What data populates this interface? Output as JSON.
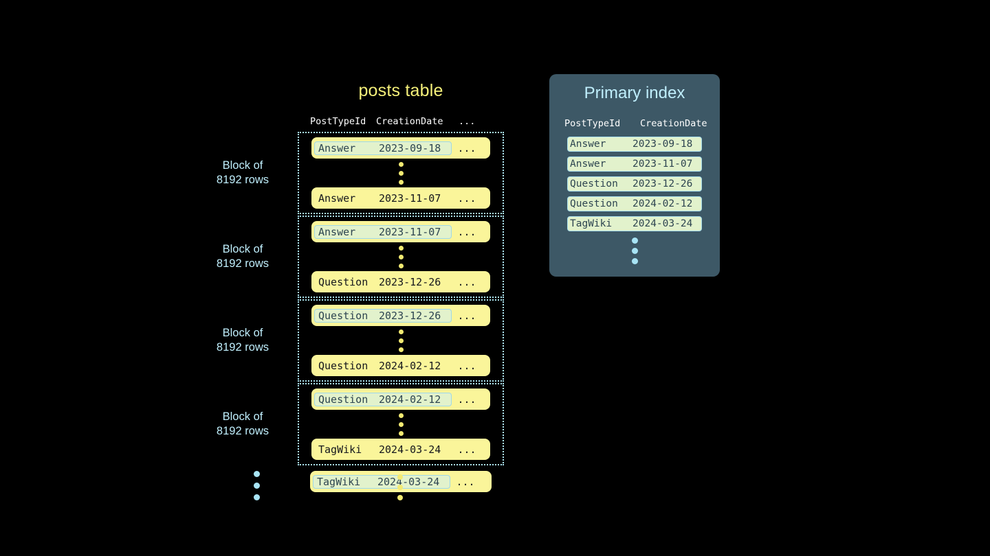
{
  "posts_table": {
    "title": "posts table",
    "columns": [
      "PostTypeId",
      "CreationDate",
      "..."
    ],
    "blocks": [
      {
        "label": "Block of\n8192 rows",
        "first_row": {
          "type": "Answer",
          "date": "2023-09-18",
          "more": "...",
          "marked": true
        },
        "last_row": {
          "type": "Answer",
          "date": "2023-11-07",
          "more": "...",
          "marked": false
        }
      },
      {
        "label": "Block of\n8192 rows",
        "first_row": {
          "type": "Answer",
          "date": "2023-11-07",
          "more": "...",
          "marked": true
        },
        "last_row": {
          "type": "Question",
          "date": "2023-12-26",
          "more": "...",
          "marked": false
        }
      },
      {
        "label": "Block of\n8192 rows",
        "first_row": {
          "type": "Question",
          "date": "2023-12-26",
          "more": "...",
          "marked": true
        },
        "last_row": {
          "type": "Question",
          "date": "2024-02-12",
          "more": "...",
          "marked": false
        }
      },
      {
        "label": "Block of\n8192 rows",
        "first_row": {
          "type": "Question",
          "date": "2024-02-12",
          "more": "...",
          "marked": true
        },
        "last_row": {
          "type": "TagWiki",
          "date": "2024-03-24",
          "more": "...",
          "marked": false
        }
      }
    ],
    "trailing_row": {
      "type": "TagWiki",
      "date": "2024-03-24",
      "more": "...",
      "marked": true
    }
  },
  "primary_index": {
    "title": "Primary index",
    "columns": [
      "PostTypeId",
      "CreationDate"
    ],
    "rows": [
      {
        "type": "Answer",
        "date": "2023-09-18"
      },
      {
        "type": "Answer",
        "date": "2023-11-07"
      },
      {
        "type": "Question",
        "date": "2023-12-26"
      },
      {
        "type": "Question",
        "date": "2024-02-12"
      },
      {
        "type": "TagWiki",
        "date": "2024-03-24"
      }
    ]
  },
  "colors": {
    "background": "#000000",
    "row_yellow": "#faf59a",
    "mark_green": "#e2f2cc",
    "accent_blue": "#bfeefc",
    "panel_slate": "#3d5866",
    "title_yellow": "#f5f07a",
    "dot_yellow": "#f2ea72"
  }
}
